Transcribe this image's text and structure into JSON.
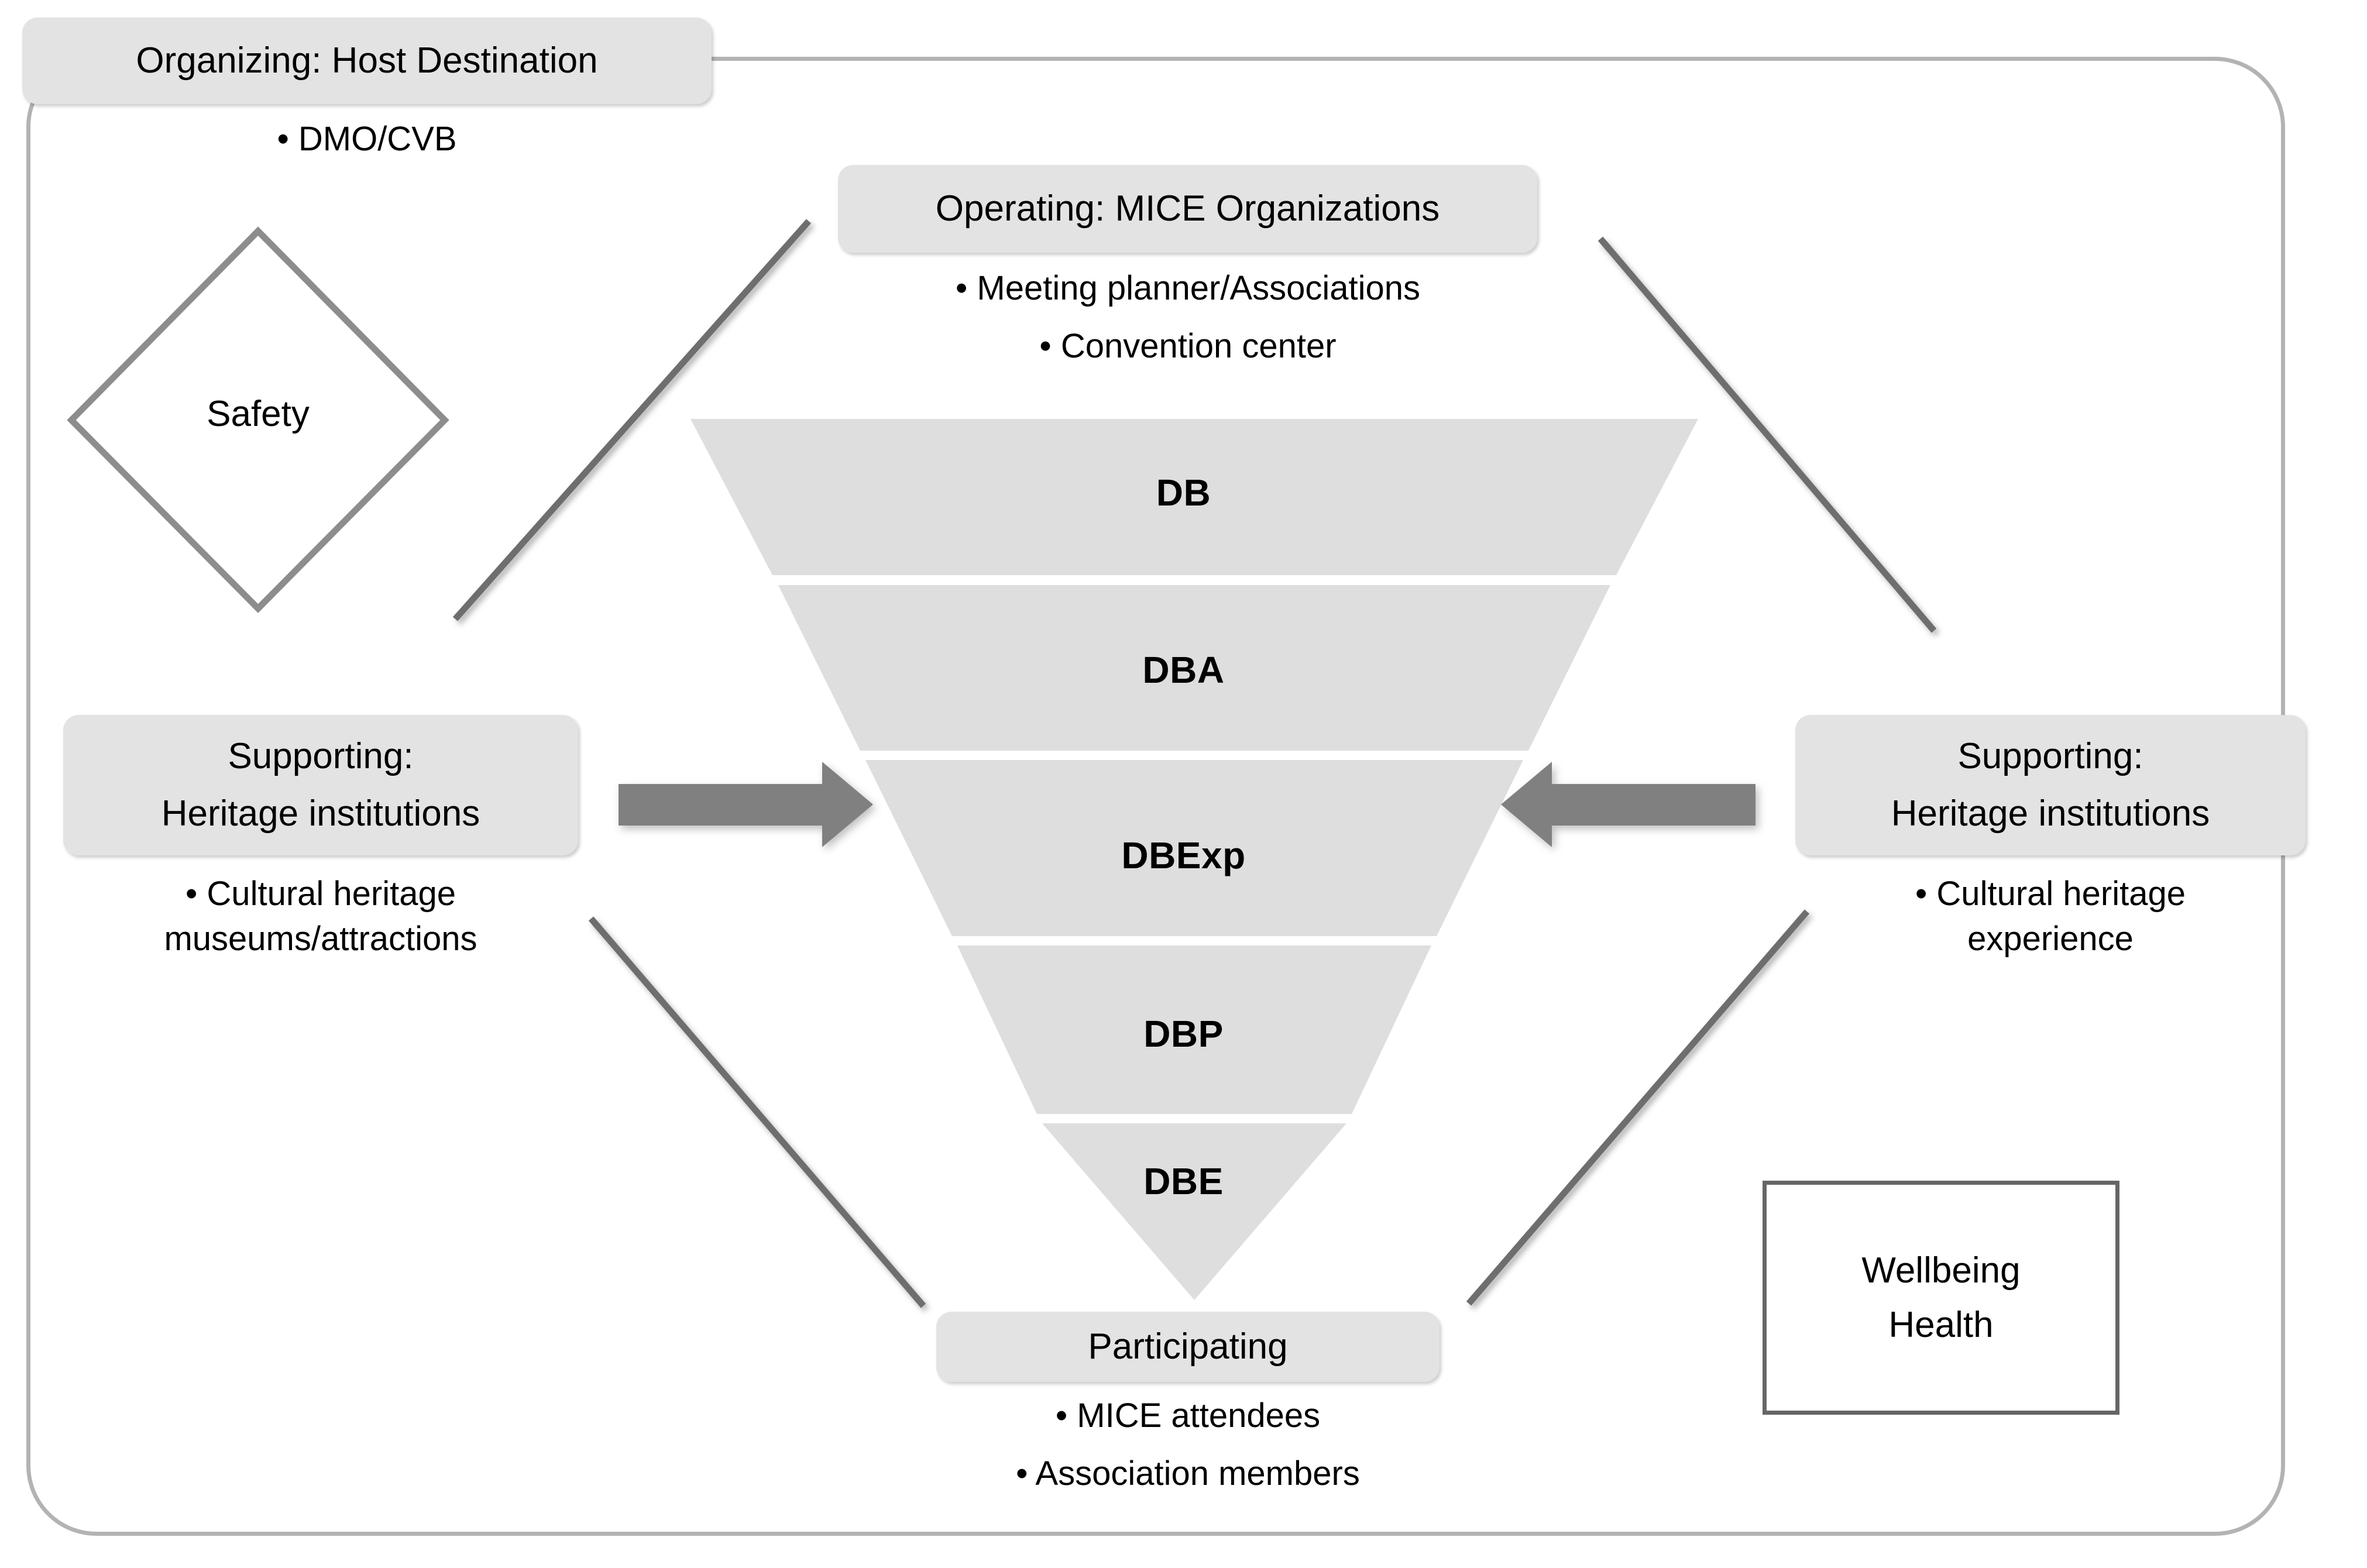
{
  "diagram": {
    "title_top_left": "Organizing: Host Destination",
    "top_left_bullets": [
      "DMO/CVB"
    ],
    "title_top_center": "Operating: MICE Organizations",
    "top_center_bullets": [
      "Meeting planner/Associations",
      "Convention center"
    ],
    "title_left": [
      "Supporting:",
      "Heritage institutions"
    ],
    "left_bullets": [
      "Cultural heritage",
      "museums/attractions"
    ],
    "title_right": [
      "Supporting:",
      "Heritage institutions"
    ],
    "right_bullets": [
      "Cultural heritage",
      "experience"
    ],
    "title_bottom": "Participating",
    "bottom_bullets": [
      "MICE attendees",
      "Association members"
    ],
    "diamond_label": "Safety",
    "plain_box_lines": [
      "Wellbeing",
      "Health"
    ],
    "funnel_levels": [
      {
        "label": "DB"
      },
      {
        "label": "DBA"
      },
      {
        "label": "DBExp"
      },
      {
        "label": "DBP"
      },
      {
        "label": "DBE"
      }
    ],
    "bullet_glyph": "•",
    "colors": {
      "chip_fill": "#e3e3e3",
      "funnel_fill": "#dedede",
      "frame_stroke": "#b3b3b3",
      "connector_stroke": "#6e6e6e",
      "arrow_fill": "#808080",
      "plainbox_stroke": "#666666",
      "text": "#000000"
    }
  }
}
